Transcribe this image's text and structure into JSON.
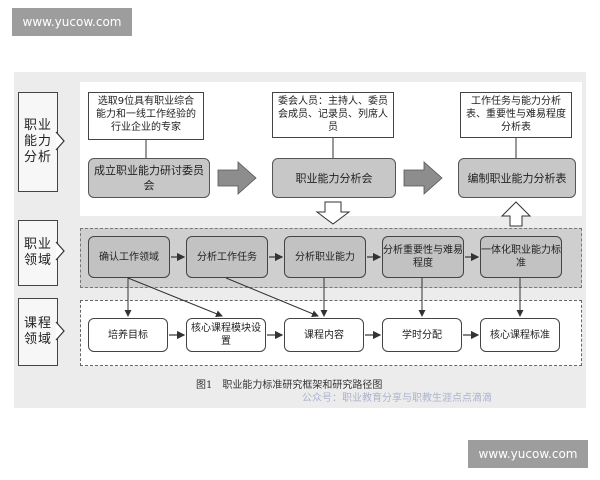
{
  "watermarks": {
    "top": "www.yucow.com",
    "bottom": "www.yucow.com"
  },
  "side_labels": {
    "job_analysis": "职业能力分析",
    "job_domain": "职业领域",
    "course_domain": "课程领域"
  },
  "top_row": {
    "note_left": "选取9位具有职业综合能力和一线工作经验的行业企业的专家",
    "note_mid": "委会人员：主持人、委员会成员、记录员、列席人员",
    "note_right": "工作任务与能力分析表、重要性与难易程度分析表",
    "box_left": "成立职业能力研讨委员会",
    "box_mid": "职业能力分析会",
    "box_right": "编制职业能力分析表"
  },
  "mid_row": [
    "确认工作领域",
    "分析工作任务",
    "分析职业能力",
    "分析重要性与难易程度",
    "一体化职业能力标准"
  ],
  "bottom_row": [
    "培养目标",
    "核心课程模块设置",
    "课程内容",
    "学时分配",
    "核心课程标准"
  ],
  "caption": "图1　职业能力标准研究框架和研究路径图",
  "caption_watermark": "公众号：职业教育分享与职教生涯点点滴滴"
}
